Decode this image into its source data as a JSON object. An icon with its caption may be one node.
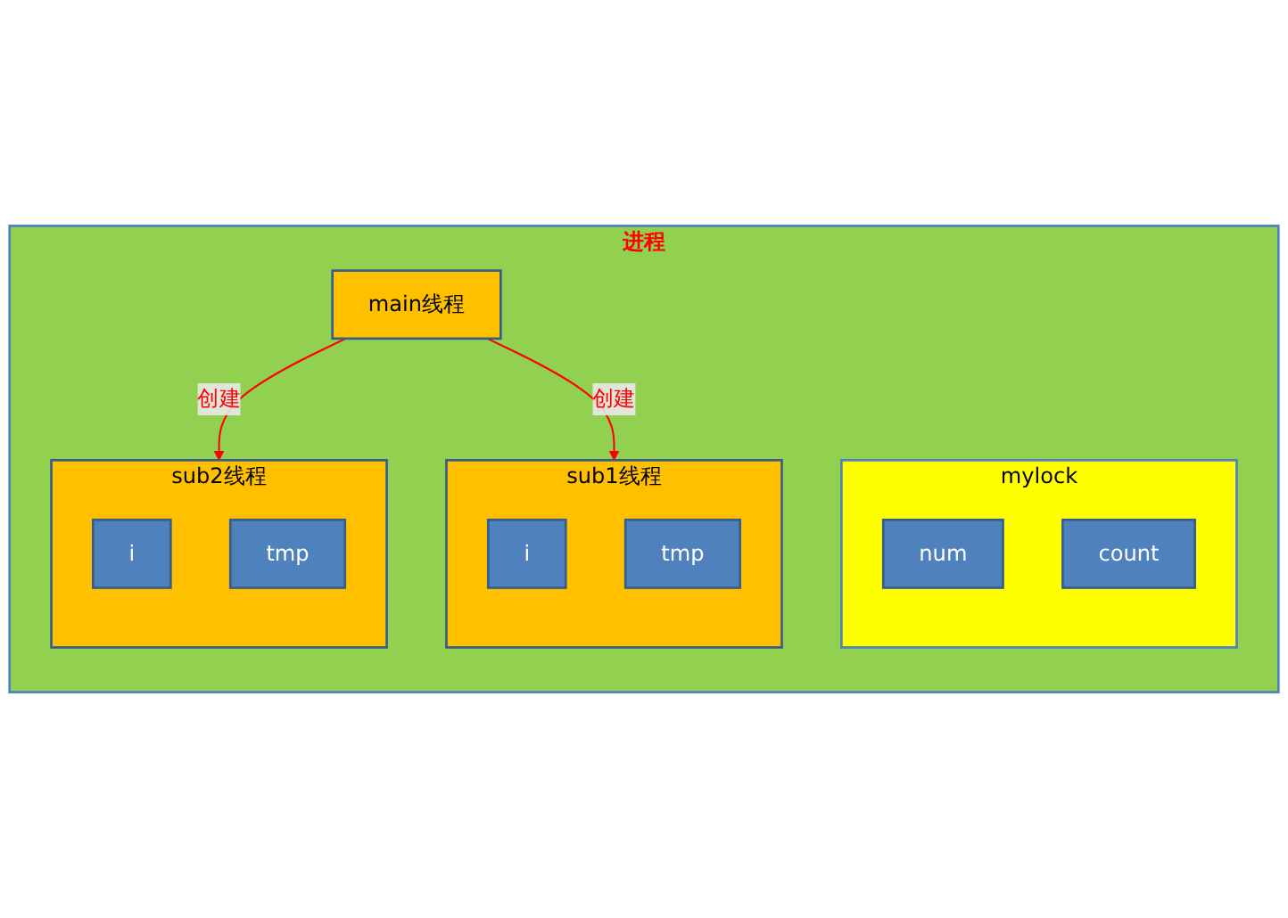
{
  "diagram": {
    "nodes": [
      {
        "text": [
          "进程"
        ]
      },
      {
        "text": [
          "main线程"
        ],
        "in": 0
      },
      {
        "text": [
          "mylock"
        ],
        "in": 0
      },
      {
        "text": [
          "num"
        ],
        "in": 2
      },
      {
        "text": [
          "count"
        ],
        "in": 2
      },
      {
        "text": [
          "sub1线程"
        ],
        "in": 0
      },
      {
        "text": [
          "i"
        ],
        "in": 5
      },
      {
        "text": [
          "tmp"
        ],
        "in": 5
      },
      {
        "text": [
          "sub2线程"
        ],
        "in": 0
      },
      {
        "text": [
          "i"
        ],
        "in": 8
      },
      {
        "text": [
          "tmp"
        ],
        "in": 8
      }
    ],
    "edges": [
      {
        "from": 1,
        "to": 5,
        "label": "创建",
        "arrow": "to"
      },
      {
        "from": 1,
        "to": 8,
        "label": "创建",
        "arrow": "to"
      }
    ]
  }
}
